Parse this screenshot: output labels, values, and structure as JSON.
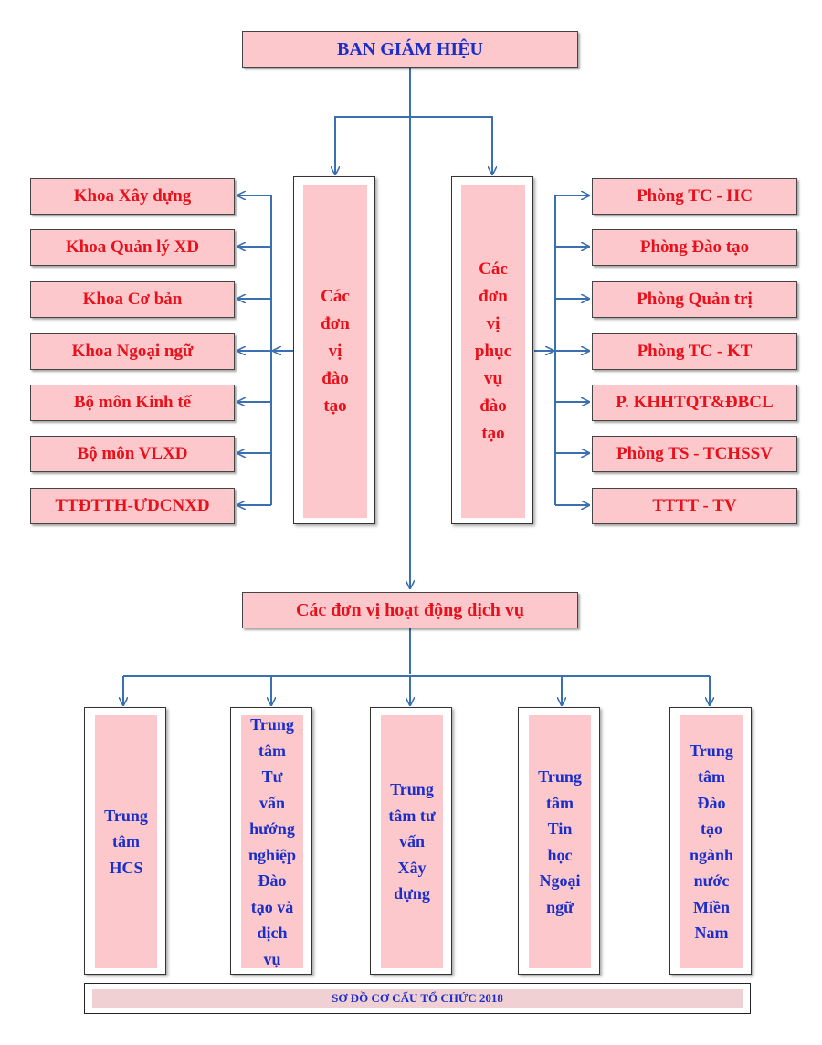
{
  "top": {
    "title": "BAN GIÁM HIỆU"
  },
  "training_units": {
    "title": [
      "Các",
      "đơn",
      "vị",
      "đào",
      "tạo"
    ],
    "items": [
      "Khoa Xây dựng",
      "Khoa Quản lý XD",
      "Khoa Cơ bản",
      "Khoa Ngoại ngữ",
      "Bộ môn Kinh tế",
      "Bộ môn VLXD",
      "TTĐTTH-ƯDCNXD"
    ]
  },
  "support_units": {
    "title": [
      "Các",
      "đơn",
      "vị",
      "phục",
      "vụ",
      "đào",
      "tạo"
    ],
    "items": [
      "Phòng TC - HC",
      "Phòng Đào tạo",
      "Phòng Quản trị",
      "Phòng TC - KT",
      "P. KHHTQT&ĐBCL",
      "Phòng TS - TCHSSV",
      "TTTT - TV"
    ]
  },
  "service": {
    "title": "Các đơn vị hoạt động dịch vụ"
  },
  "centers": [
    {
      "lines": [
        "Trung",
        "tâm",
        "HCS"
      ]
    },
    {
      "lines": [
        "Trung",
        "tâm",
        "Tư",
        "vấn",
        "hướng",
        "nghiệp",
        "Đào",
        "tạo và",
        "dịch",
        "vụ"
      ]
    },
    {
      "lines": [
        "Trung",
        "tâm tư",
        "vấn",
        "Xây",
        "dựng"
      ]
    },
    {
      "lines": [
        "Trung",
        "tâm",
        "Tin",
        "học",
        "Ngoại",
        "ngữ"
      ]
    },
    {
      "lines": [
        "Trung",
        "tâm",
        "Đào",
        "tạo",
        "ngành",
        "nước",
        "Miền",
        "Nam"
      ]
    }
  ],
  "caption": "SƠ ĐỒ CƠ CẤU TỔ CHỨC 2018",
  "colors": {
    "box_fill": "#fcc8cc",
    "red_text": "#e8101a",
    "blue_text": "#1a2ec9",
    "connector": "#3a6fb0"
  }
}
